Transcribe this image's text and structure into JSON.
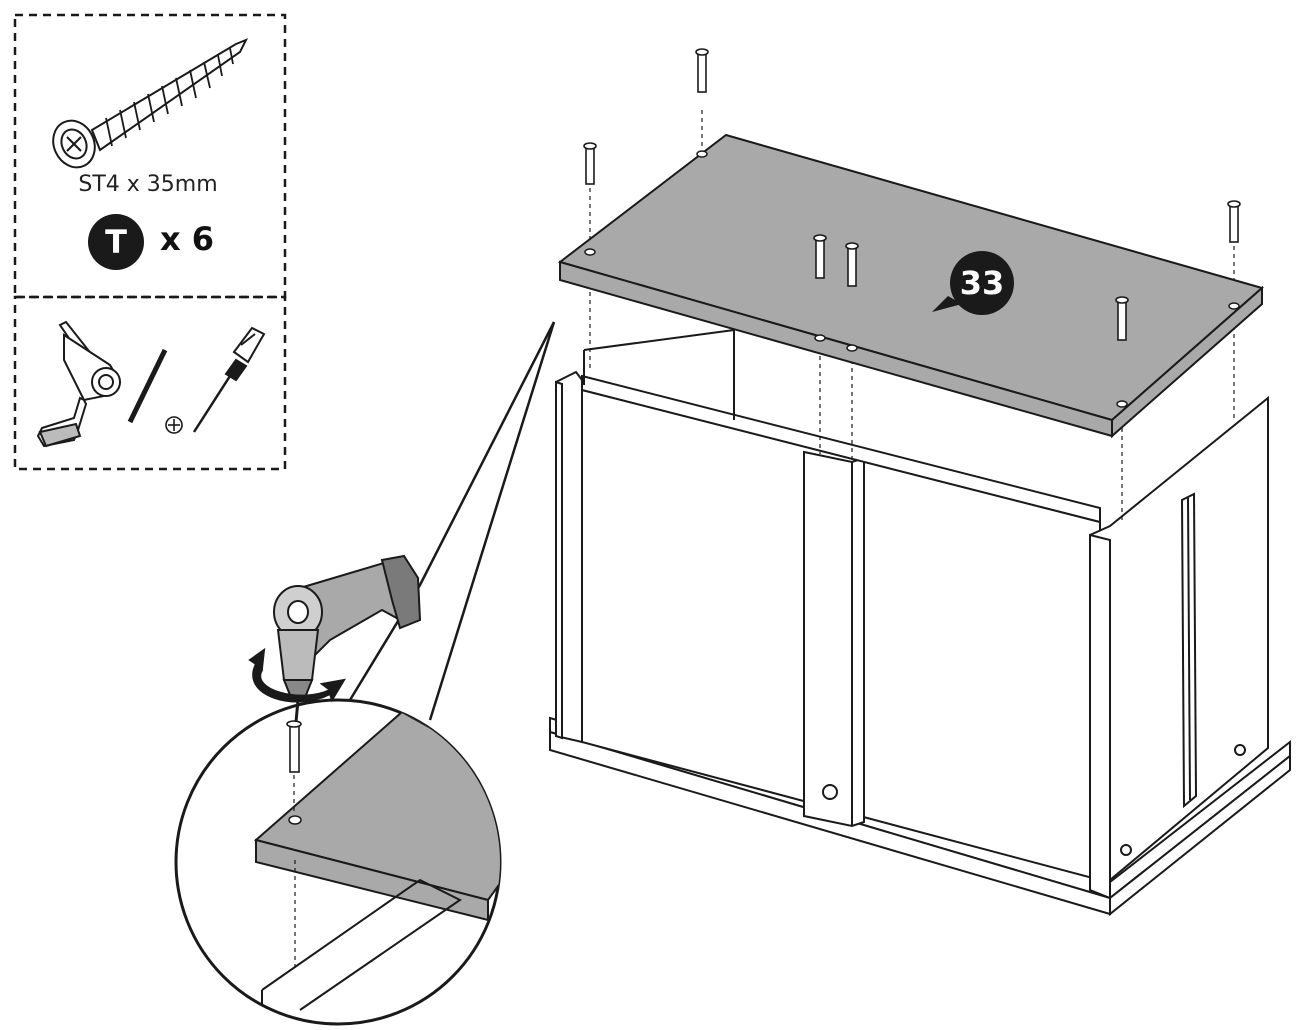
{
  "step": {
    "number": "33"
  },
  "parts_box": {
    "part_spec": "ST4 x 35mm",
    "part_letter": "T",
    "quantity": "x 6",
    "screw_icon": "wood-screw-icon"
  },
  "tools_box": {
    "tools": [
      "cordless-drill-icon",
      "drill-bit-icon",
      "phillips-screwdriver-icon"
    ],
    "phillips_symbol": "phillips-symbol-icon"
  },
  "colors": {
    "line": "#1a1a1a",
    "panel_fill": "#a9a9a9",
    "badge_fill": "#1a1a1a",
    "background": "#ffffff"
  }
}
